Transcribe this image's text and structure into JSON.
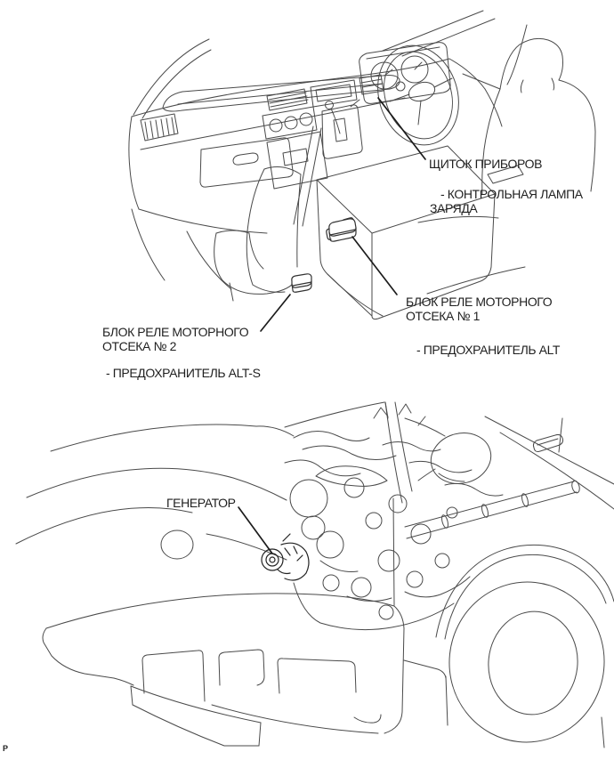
{
  "colors": {
    "background": "#ffffff",
    "ink": "#1f1f1f",
    "art_line": "#4a4a4a",
    "leader_line": "#1c1c1c"
  },
  "page_marker": "P",
  "callouts": {
    "instrument_panel": {
      "label": "ЩИТОК ПРИБОРОВ"
    },
    "charge_lamp": {
      "line1": "- КОНТРОЛЬНАЯ ЛАМПА",
      "line2": "ЗАРЯДА"
    },
    "relay_block_1": {
      "line1": "БЛОК РЕЛЕ МОТОРНОГО",
      "line2": "ОТСЕКА № 1"
    },
    "fuse_alt": {
      "label": "- ПРЕДОХРАНИТЕЛЬ ALT"
    },
    "relay_block_2": {
      "line1": "БЛОК РЕЛЕ МОТОРНОГО",
      "line2": "ОТСЕКА № 2"
    },
    "fuse_alt_s": {
      "label": "- ПРЕДОХРАНИТЕЛЬ ALT-S"
    },
    "generator": {
      "label": "ГЕНЕРАТОР"
    }
  }
}
